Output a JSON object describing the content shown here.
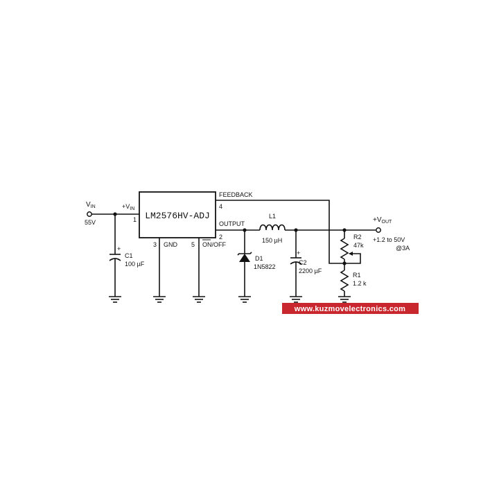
{
  "chip": {
    "name": "LM2576HV-ADJ"
  },
  "pins": {
    "vin_label": "+V",
    "vin_sub": "IN",
    "pin1": "1",
    "pin2": "2",
    "pin3": "3",
    "pin4": "4",
    "pin5": "5",
    "gnd": "GND",
    "onoff": "ON/OFF",
    "output": "OUTPUT",
    "feedback": "FEEDBACK"
  },
  "input": {
    "label": "V",
    "sub": "IN",
    "value": "55V"
  },
  "components": {
    "c1": {
      "ref": "C1",
      "value": "100 µF",
      "polarity": "+"
    },
    "d1": {
      "ref": "D1",
      "part": "1N5822"
    },
    "l1": {
      "ref": "L1",
      "value": "150 µH"
    },
    "c2": {
      "ref": "C2",
      "value": "2200 µF",
      "polarity": "+"
    },
    "r2": {
      "ref": "R2",
      "value": "47k"
    },
    "r1": {
      "ref": "R1",
      "value": "1.2 k"
    }
  },
  "output": {
    "label": "+V",
    "sub": "OUT",
    "range": "+1.2 to 50V",
    "current": "@3A"
  },
  "watermark": {
    "text": "www.kuzmovelectronics.com",
    "color": "#c8272d"
  }
}
